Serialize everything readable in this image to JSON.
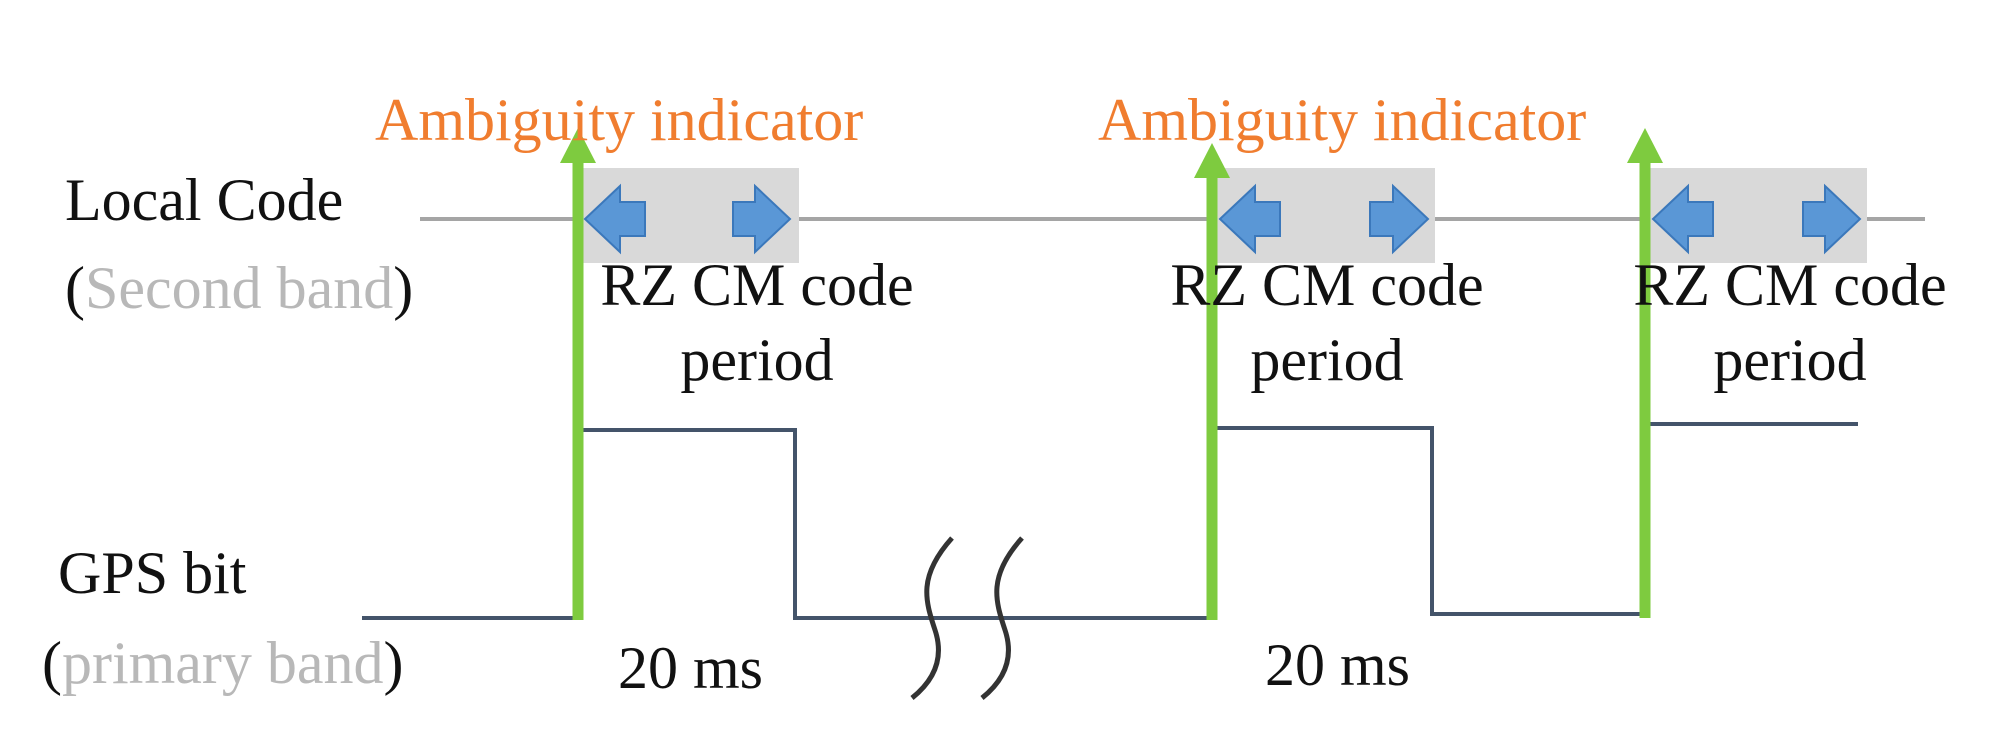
{
  "colors": {
    "background": "#ffffff",
    "label_text": "#111111",
    "band_gray": "#b8b8b8",
    "ambiguity_orange": "#f07d2f",
    "indicator_green": "#7ecb3f",
    "code_period_box": "#d9d9d9",
    "code_line": "#a5a5a5",
    "arrow_blue": "#5a97d6",
    "arrow_blue_stroke": "#3b78bb",
    "bit_line": "#44546a",
    "break_mark": "#333333"
  },
  "labels": {
    "ambiguity_indicator": "Ambiguity indicator",
    "local_code": "Local Code",
    "second_band_open": "(",
    "second_band": "Second band",
    "second_band_close": ")",
    "gps_bit": "GPS bit",
    "primary_band_open": "(",
    "primary_band": "primary band",
    "primary_band_close": ")",
    "code_period_line1": "RZ CM code",
    "code_period_line2": "period",
    "bit_duration": "20 ms"
  },
  "icons": {
    "left_arrow": "arrow-left-icon",
    "right_arrow": "arrow-right-icon",
    "indicator": "arrow-up-icon"
  }
}
